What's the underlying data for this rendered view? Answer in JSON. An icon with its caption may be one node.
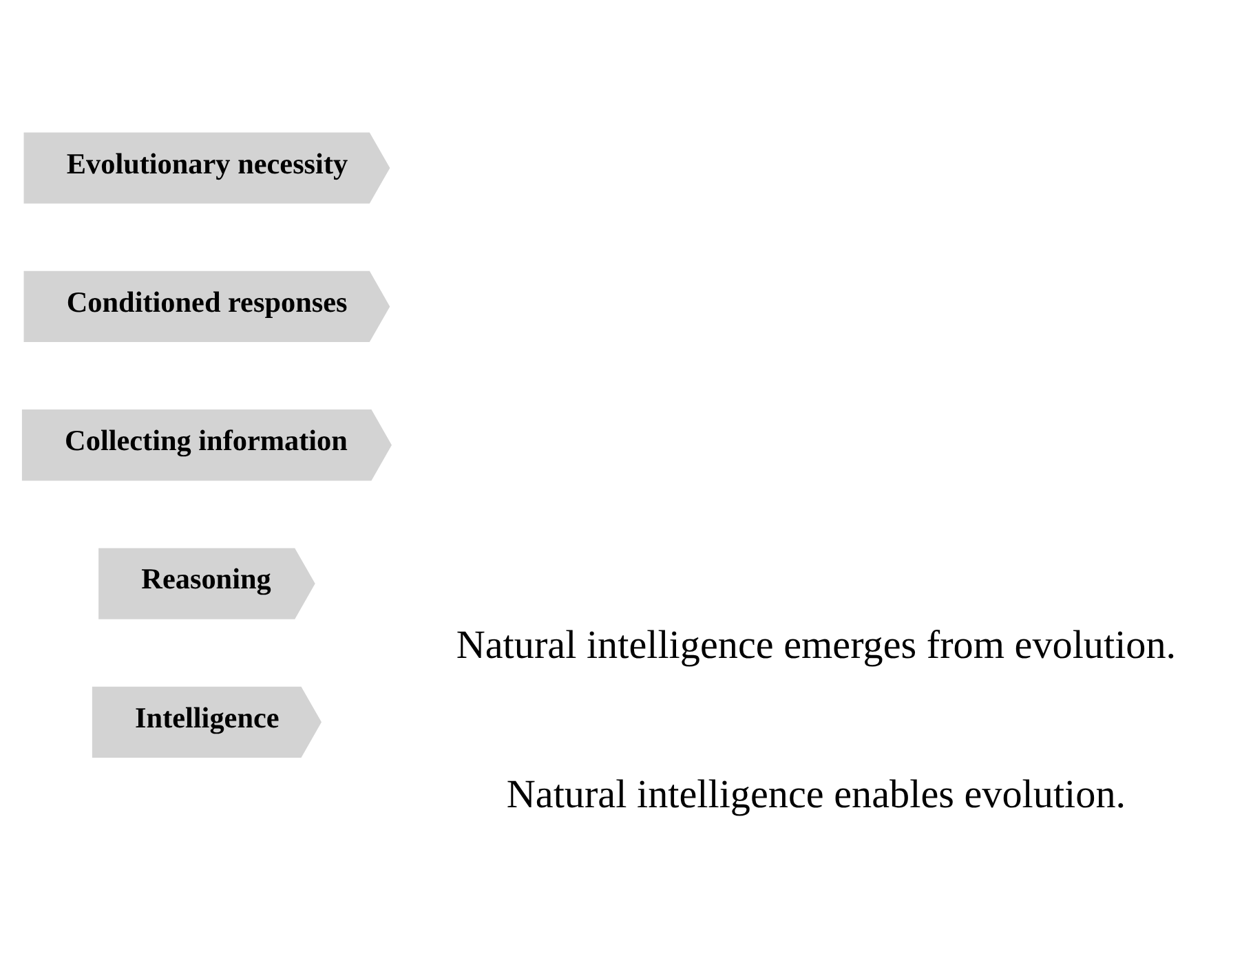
{
  "diagram": {
    "nodes": [
      {
        "text": [
          "Intelligence"
        ]
      },
      {
        "text": [
          "Reasoning"
        ]
      },
      {
        "text": [
          "Collecting information"
        ]
      },
      {
        "text": [
          "Conditioned responses"
        ]
      },
      {
        "text": [
          "Evolutionary necessity"
        ]
      }
    ],
    "labels": [
      "Natural intelligence emerges from evolution.",
      "Natural intelligence enables evolution."
    ]
  }
}
